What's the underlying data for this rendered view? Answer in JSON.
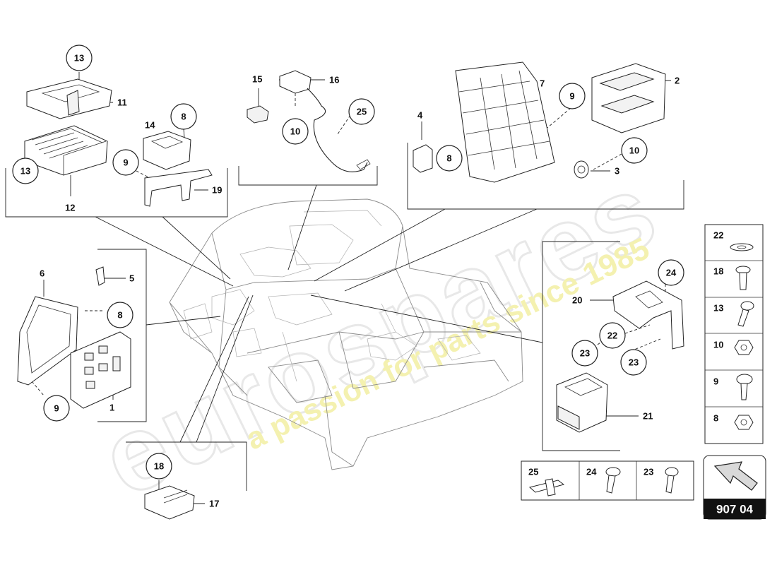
{
  "watermark": {
    "brand": "eurospares",
    "tagline": "a passion for parts since 1985"
  },
  "reference": "907 04",
  "bubbles": {
    "b13_top": "13",
    "b13_bot": "13",
    "b8_a": "8",
    "b9_a": "9",
    "b10_a": "10",
    "b25": "25",
    "b9_b": "9",
    "b10_b": "10",
    "b8_b": "8",
    "b8_c": "8",
    "b9_c": "9",
    "b24": "24",
    "b22": "22",
    "b23_a": "23",
    "b23_b": "23",
    "b18": "18"
  },
  "labels": {
    "l11": "11",
    "l12": "12",
    "l14": "14",
    "l19": "19",
    "l15": "15",
    "l16": "16",
    "l4": "4",
    "l7": "7",
    "l2": "2",
    "l3": "3",
    "l6": "6",
    "l5": "5",
    "l1": "1",
    "l20": "20",
    "l21": "21",
    "l17": "17"
  },
  "fastener_table": {
    "right_column": [
      "22",
      "18",
      "13",
      "10",
      "9",
      "8"
    ],
    "bottom_row": [
      "25",
      "24",
      "23"
    ]
  }
}
